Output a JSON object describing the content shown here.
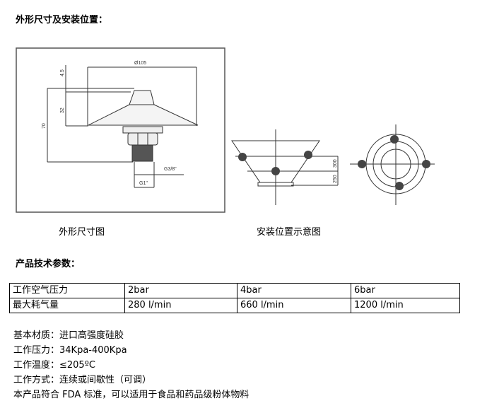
{
  "section1_title": "外形尺寸及安装位置：",
  "drawing_left": {
    "caption": "外形尺寸图",
    "dims": {
      "diameter": "Ø105",
      "d45": "4.5",
      "d32": "32",
      "d70": "70",
      "g38": "G3/8\"",
      "g1": "G1\""
    }
  },
  "drawing_right": {
    "caption": "安装位置示意图",
    "dims": {
      "d300": "300",
      "d250": "250"
    }
  },
  "section2_title": "产品技术参数：",
  "table": {
    "rows": [
      [
        "工作空气压力",
        "2bar",
        "4bar",
        "6bar"
      ],
      [
        "最大耗气量",
        "280 l/min",
        "660 l/min",
        "1200 l/min"
      ]
    ]
  },
  "specs": [
    "基本材质：进口高强度硅胶",
    "工作压力：34Kpa-400Kpa",
    "工作温度：≤205ºC",
    "工作方式：连续或间歇性（可调）",
    "本产品符合 FDA 标准，可以适用于食品和药品级粉体物料"
  ]
}
